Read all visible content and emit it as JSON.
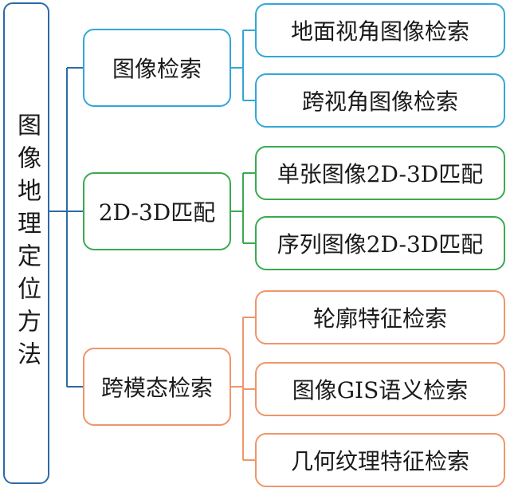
{
  "root": {
    "title": "图像地理定位方法"
  },
  "categories": [
    {
      "label": "图像检索",
      "color": "#33a7d6",
      "children": [
        "地面视角图像检索",
        "跨视角图像检索"
      ]
    },
    {
      "label": "2D-3D匹配",
      "color": "#3aaa4f",
      "children": [
        "单张图像2D-3D匹配",
        "序列图像2D-3D匹配"
      ]
    },
    {
      "label": "跨模态检索",
      "color": "#f0956a",
      "children": [
        "轮廓特征检索",
        "图像GIS语义检索",
        "几何纹理特征检索"
      ]
    }
  ],
  "connector_color": "#2e6aa6"
}
